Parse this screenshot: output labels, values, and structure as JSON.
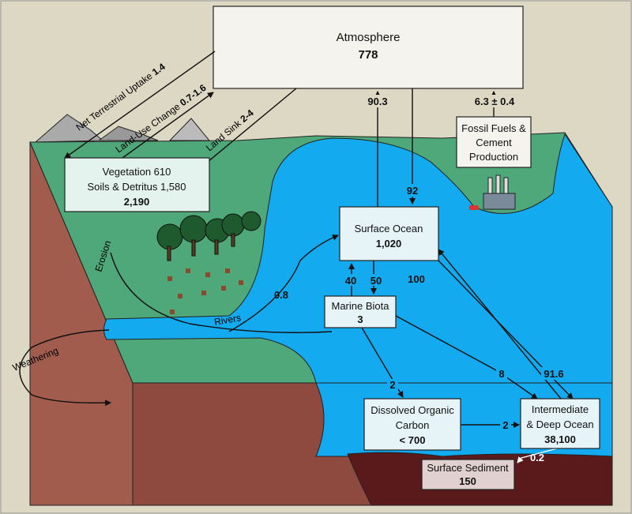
{
  "colors": {
    "background": "#dcd8c4",
    "land": "#4fa87a",
    "ocean": "#13aaf0",
    "soil": "#a15c4e",
    "sediment": "#5a1a1c",
    "box": "#e6f4f8"
  },
  "atmosphere": {
    "label": "Atmosphere",
    "value": "778"
  },
  "vegetation": {
    "line1": "Vegetation 610",
    "line2": "Soils & Detritus 1,580",
    "value": "2,190"
  },
  "fossil": {
    "line1": "Fossil Fuels &",
    "line2": "Cement",
    "line3": "Production"
  },
  "surface_ocean": {
    "label": "Surface Ocean",
    "value": "1,020"
  },
  "marine_biota": {
    "label": "Marine Biota",
    "value": "3"
  },
  "doc": {
    "line1": "Dissolved Organic",
    "line2": "Carbon",
    "value": "< 700"
  },
  "deep_ocean": {
    "line1": "Intermediate",
    "line2": "& Deep Ocean",
    "value": "38,100"
  },
  "sediment": {
    "label": "Surface Sediment",
    "value": "150"
  },
  "fluxes": {
    "net_terrestrial": {
      "label": "Net Terrestrial Uptake",
      "value": "1.4"
    },
    "land_use": {
      "label": "Land-Use Change",
      "value": "0.7-1.6"
    },
    "land_sink": {
      "label": "Land Sink",
      "value": "2-4"
    },
    "ocean_to_atm": "90.3",
    "atm_to_ocean": "92",
    "fossil_to_atm": "6.3 ± 0.4",
    "biota_up": "40",
    "biota_down": "50",
    "deep_to_surface": "100",
    "surface_to_deep": "91.6",
    "biota_to_deep": "8",
    "biota_to_doc": "2",
    "doc_to_deep": "2",
    "deep_to_sediment": "0.2",
    "rivers": "0.8"
  },
  "labels": {
    "erosion": "Erosion",
    "rivers": "Rivers",
    "weathering": "Weathering"
  }
}
